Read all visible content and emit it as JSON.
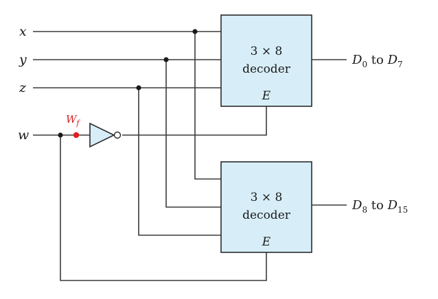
{
  "inputs": {
    "x": "x",
    "y": "y",
    "z": "z",
    "w": "w"
  },
  "fault": {
    "main": "W",
    "sub": "f",
    "color": "#e02020"
  },
  "decoders": [
    {
      "line1": "3 × 8",
      "line2": "decoder",
      "enable": "E",
      "output": {
        "pre": "D",
        "sub1": "0",
        "mid": " to ",
        "pre2": "D",
        "sub2": "7"
      }
    },
    {
      "line1": "3 × 8",
      "line2": "decoder",
      "enable": "E",
      "output": {
        "pre": "D",
        "sub1": "8",
        "mid": " to ",
        "pre2": "D",
        "sub2": "15"
      }
    }
  ],
  "colors": {
    "block_fill": "#d7eef8",
    "wire": "#3a3a3a"
  }
}
